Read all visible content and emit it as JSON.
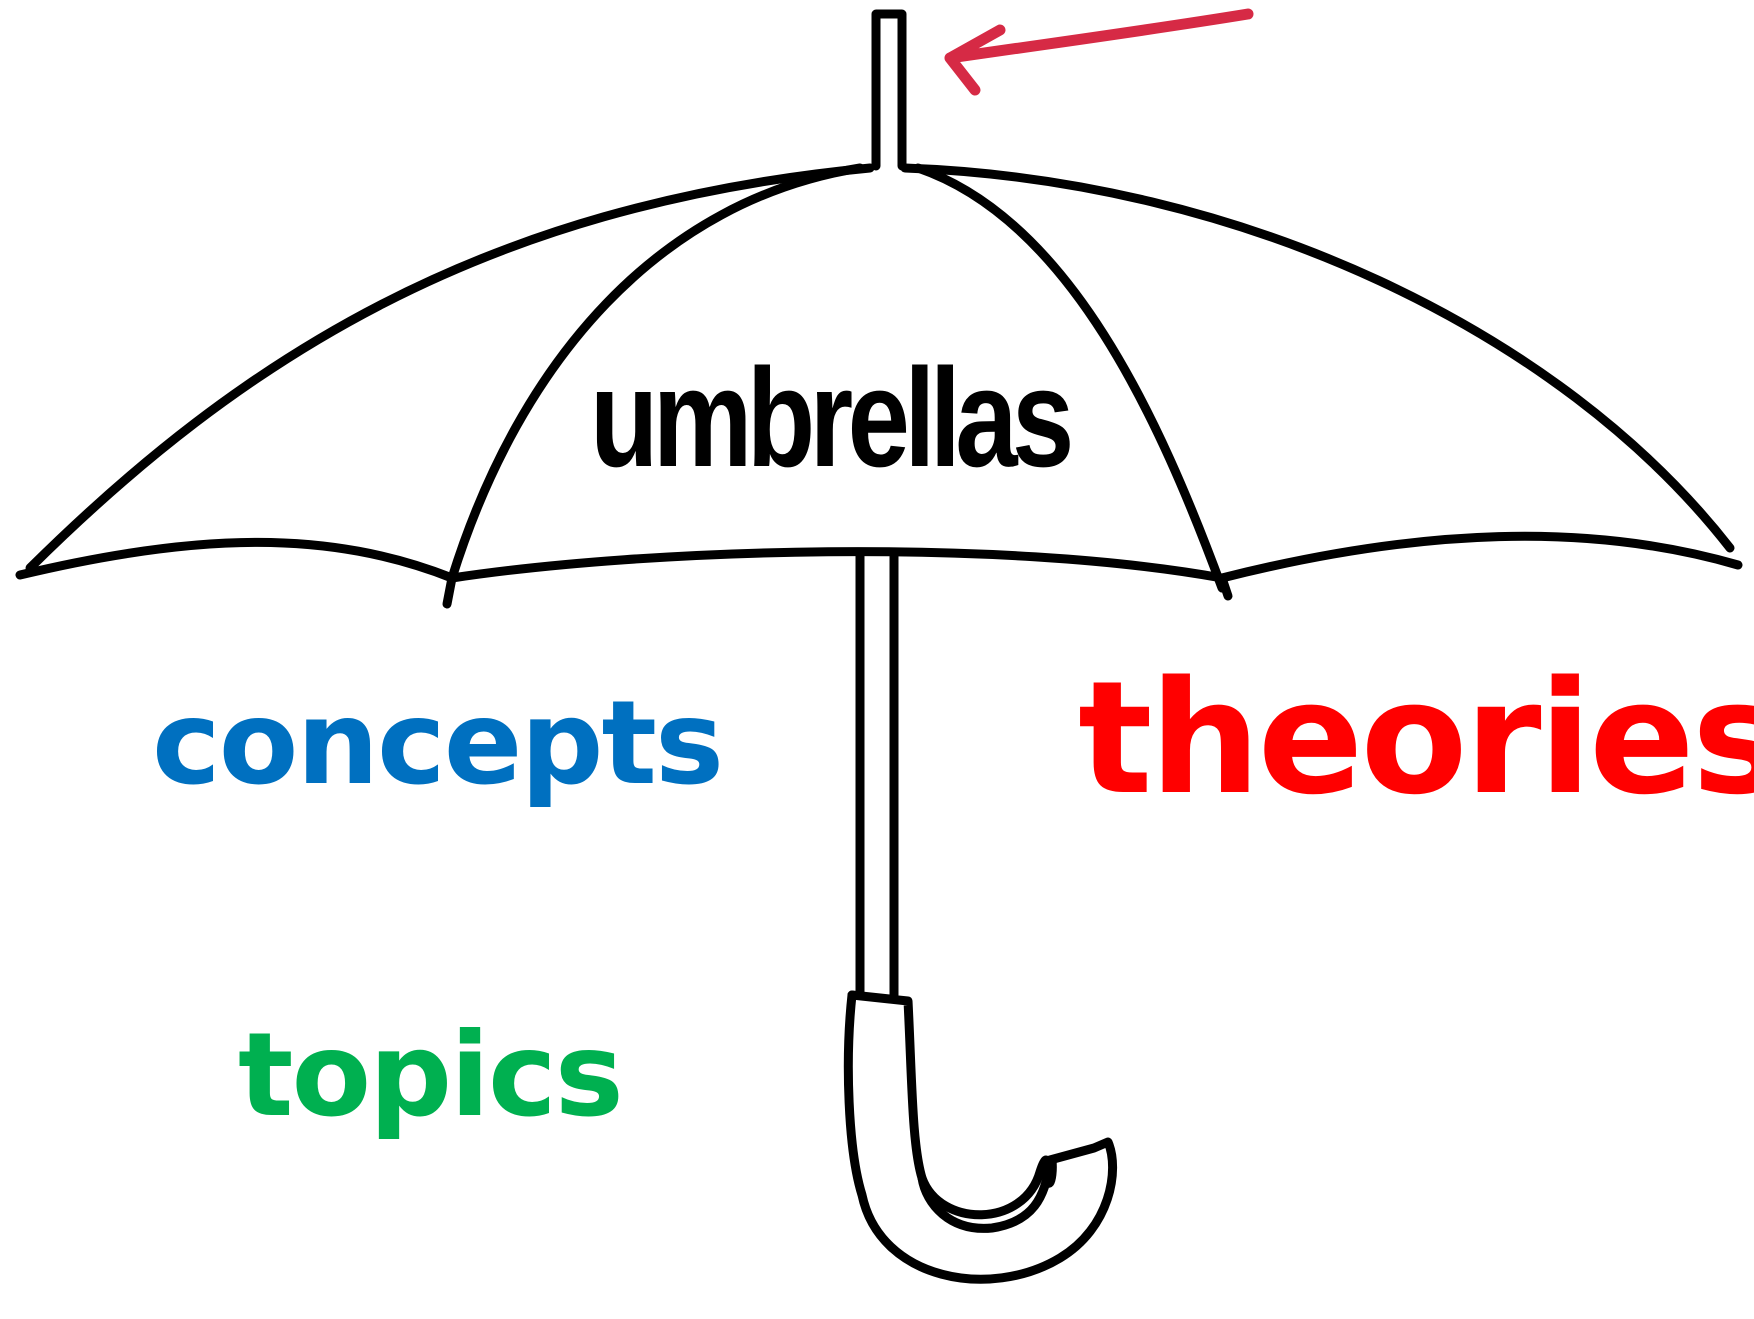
{
  "labels": {
    "title": "umbrellas",
    "left_upper": "concepts",
    "left_lower": "topics",
    "right": "theories"
  },
  "colors": {
    "title": "#000000",
    "concepts": "#0070C0",
    "topics": "#00B050",
    "theories": "#FF0000",
    "arrow": "#D62A45",
    "outline": "#000000",
    "background": "#FFFFFF"
  },
  "icons": {
    "drawing": "umbrella-icon",
    "pointer": "arrow-icon"
  }
}
